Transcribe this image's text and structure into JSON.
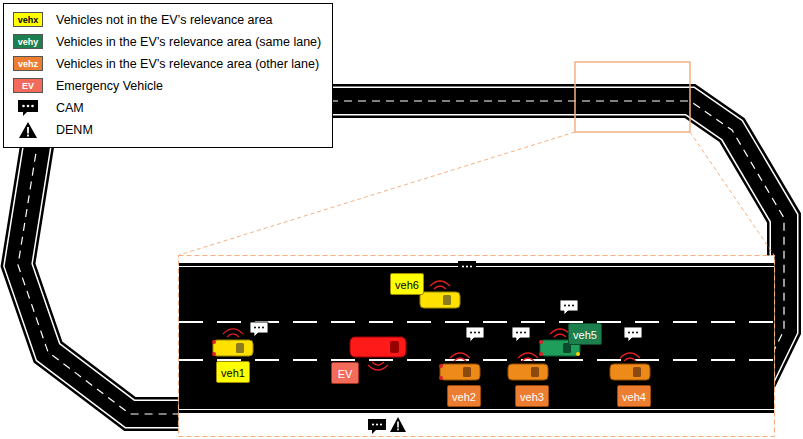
{
  "diagram": {
    "nodes": [
      {
        "text": [
          "veh6"
        ]
      },
      {
        "text": [
          "veh5"
        ]
      },
      {
        "text": [
          "veh1"
        ]
      },
      {
        "text": [
          "EV"
        ]
      },
      {
        "text": [
          "veh2"
        ]
      },
      {
        "text": [
          "veh3"
        ]
      },
      {
        "text": [
          "veh4"
        ]
      }
    ],
    "labels": [
      "vehx",
      "vehy",
      "vehz",
      "EV"
    ],
    "legend": [
      {
        "text": "Vehicles not in the EV’s relevance area",
        "color": "#ffff00"
      },
      {
        "text": "Vehicles in the EV’s relevance area (same lane)",
        "color": "#1d7f4e"
      },
      {
        "text": "Vehicles in the EV’s relevance area (other lane)",
        "color": "#ed7d31"
      },
      {
        "text": "Emergency Vehicle",
        "color": "#f26b5b"
      },
      {
        "text": "CAM"
      },
      {
        "text": "DENM"
      }
    ]
  }
}
